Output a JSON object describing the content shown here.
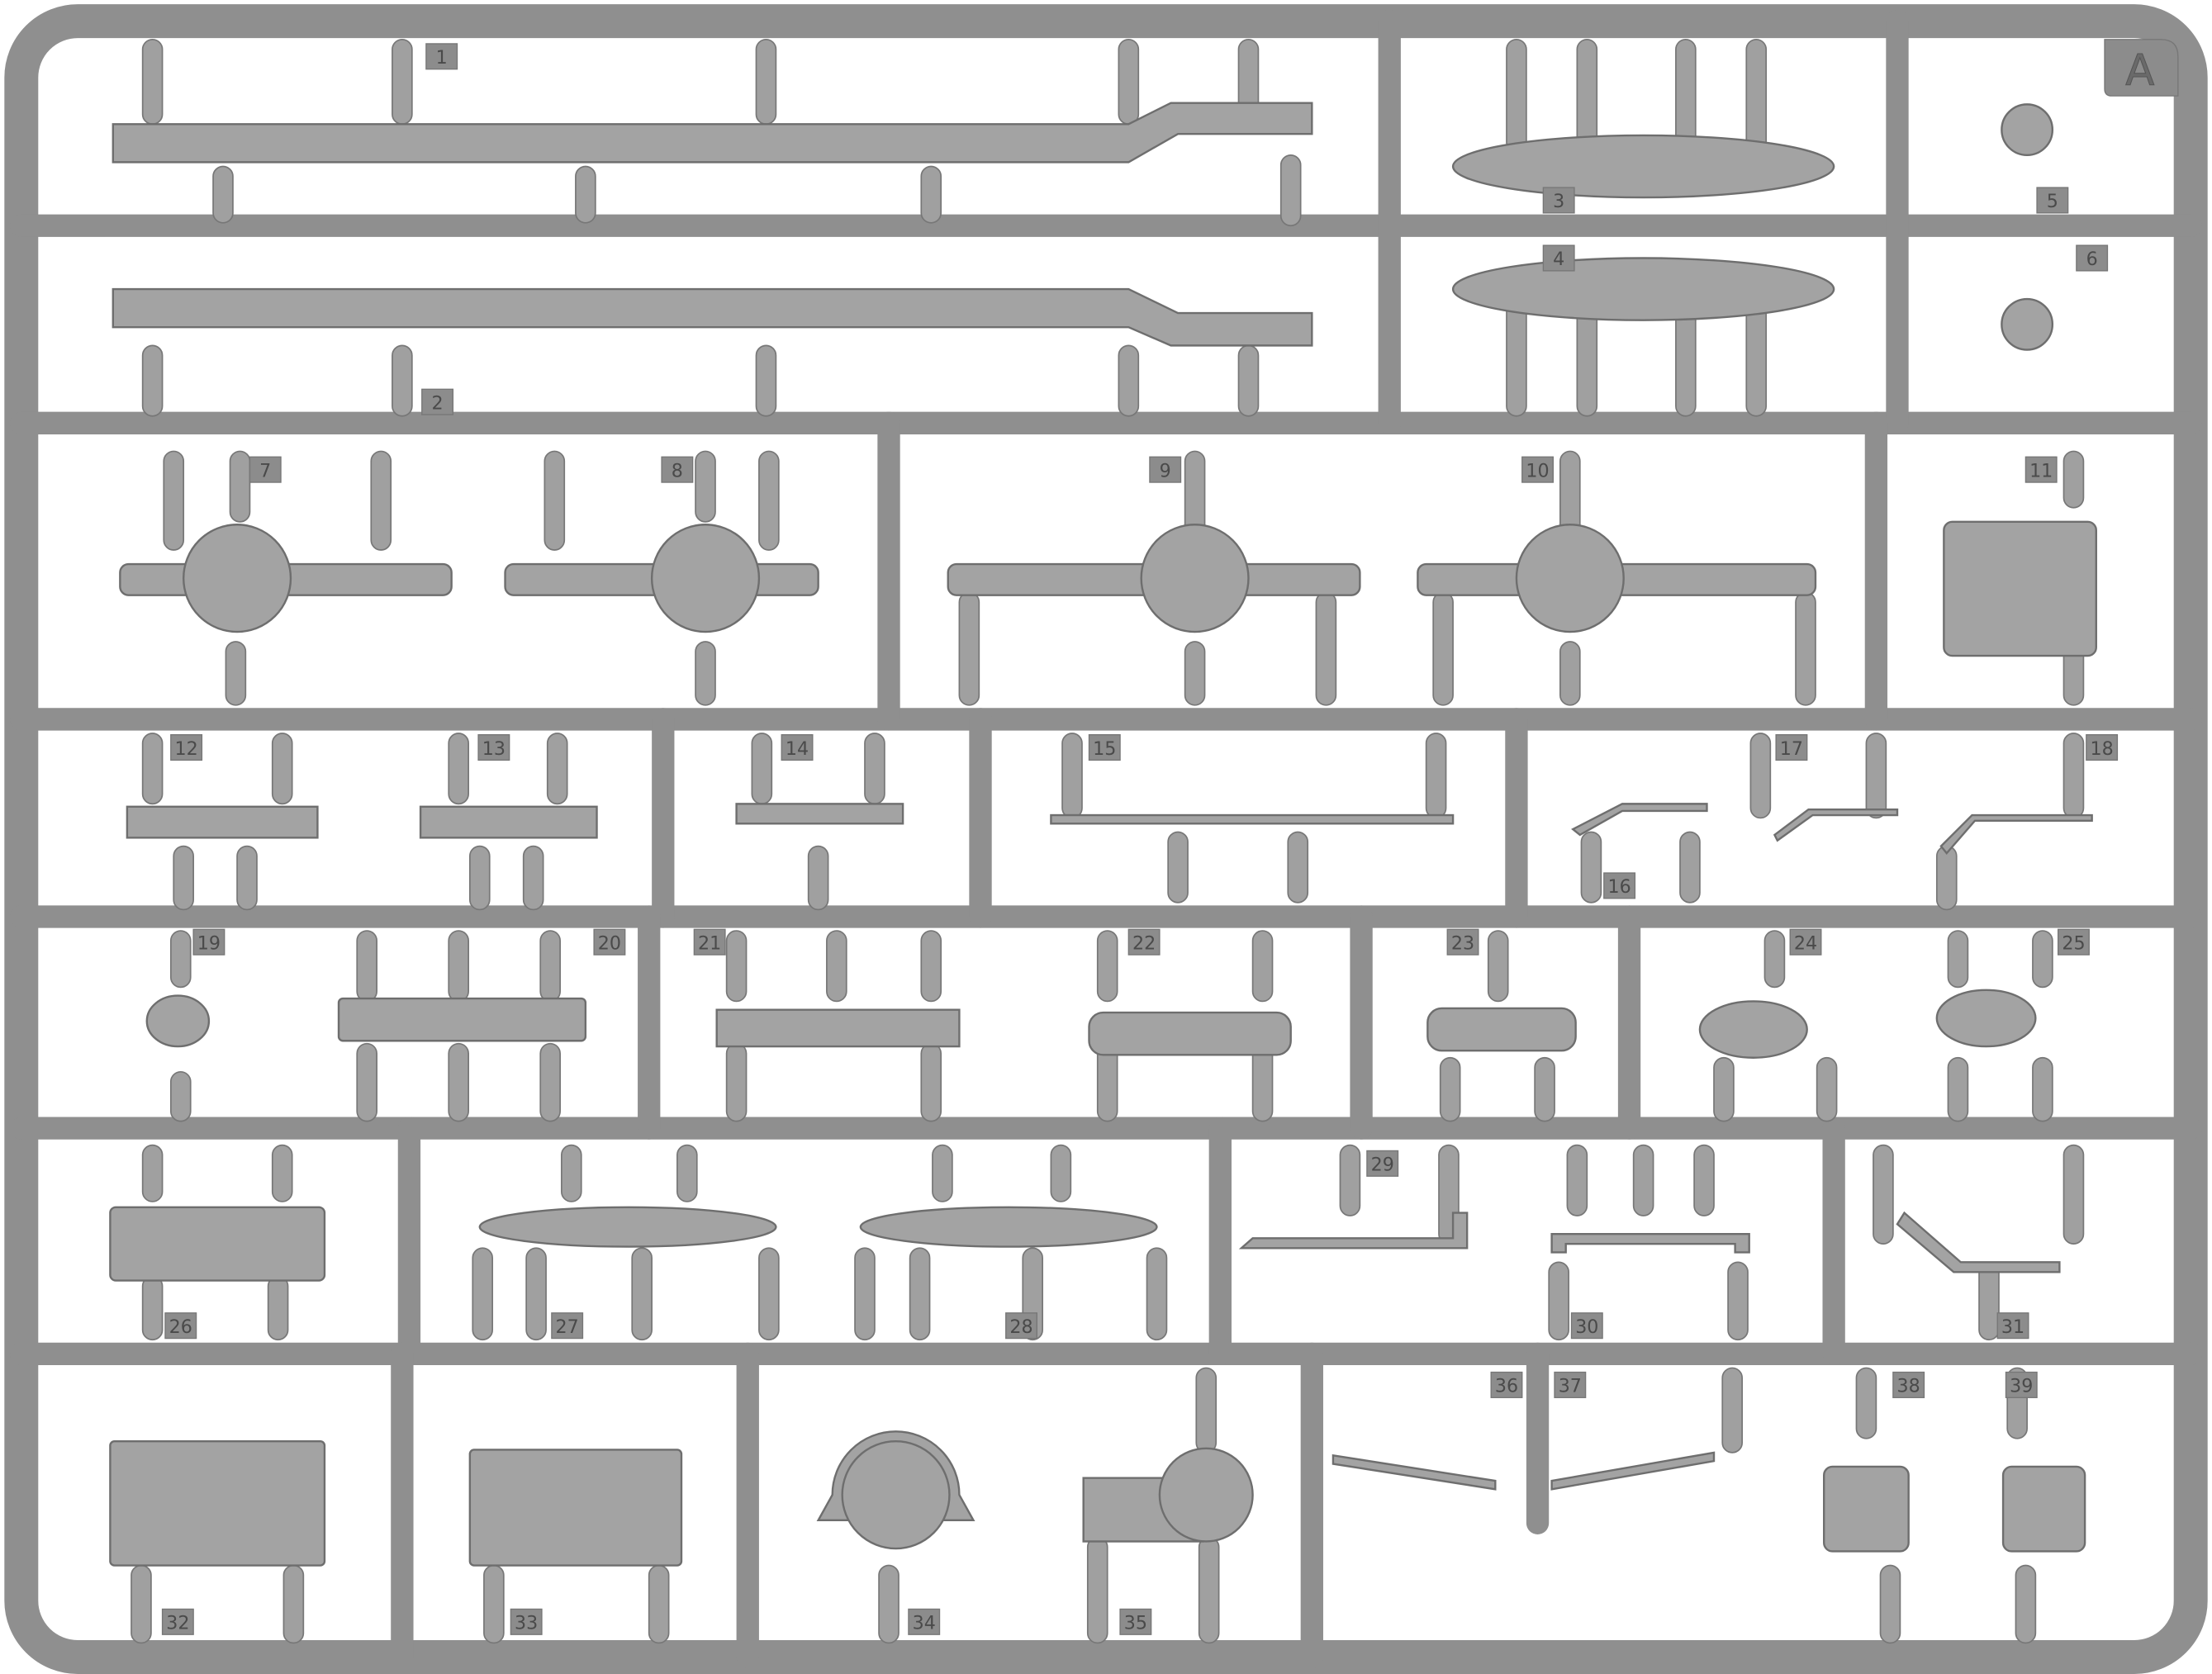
{
  "sprue": {
    "letter": "A",
    "part_numbers": [
      "1",
      "2",
      "3",
      "4",
      "5",
      "6",
      "7",
      "8",
      "9",
      "10",
      "11",
      "12",
      "13",
      "14",
      "15",
      "16",
      "17",
      "18",
      "19",
      "20",
      "21",
      "22",
      "23",
      "24",
      "25",
      "26",
      "27",
      "28",
      "29",
      "30",
      "31",
      "32",
      "33",
      "34",
      "35",
      "36",
      "37",
      "38",
      "39"
    ],
    "colors": {
      "plastic": "#a3a3a3",
      "background": "#ffffff"
    }
  }
}
